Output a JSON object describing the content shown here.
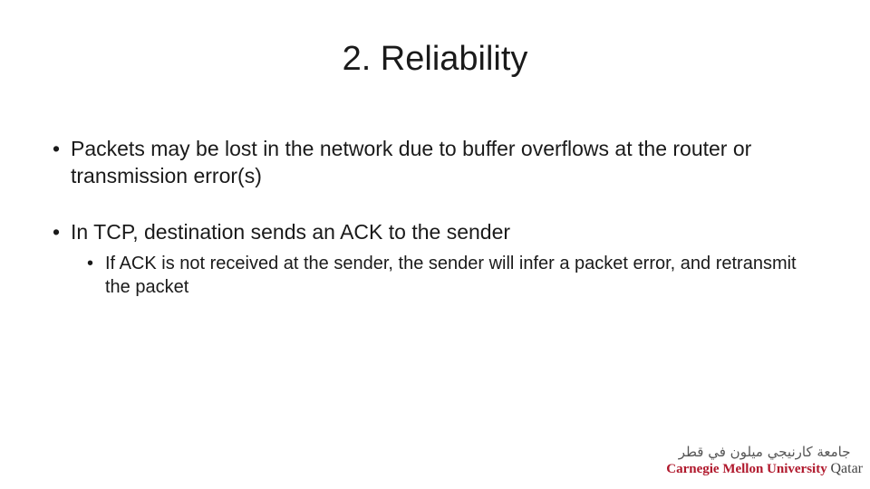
{
  "title": "2. Reliability",
  "bullets": [
    {
      "text": "Packets may be lost in the network due to buffer overflows at the router or transmission error(s)"
    },
    {
      "text": "In TCP, destination sends an ACK to the sender",
      "sub": [
        {
          "text": "If ACK is not received at the sender, the sender will infer a packet error, and retransmit the packet"
        }
      ]
    }
  ],
  "bullet_glyph": "•",
  "logo": {
    "arabic": "جامعة كارنيجي ميلون في قطر",
    "english": "Carnegie Mellon University",
    "english_suffix": "Qatar",
    "color": "#b0182c"
  }
}
